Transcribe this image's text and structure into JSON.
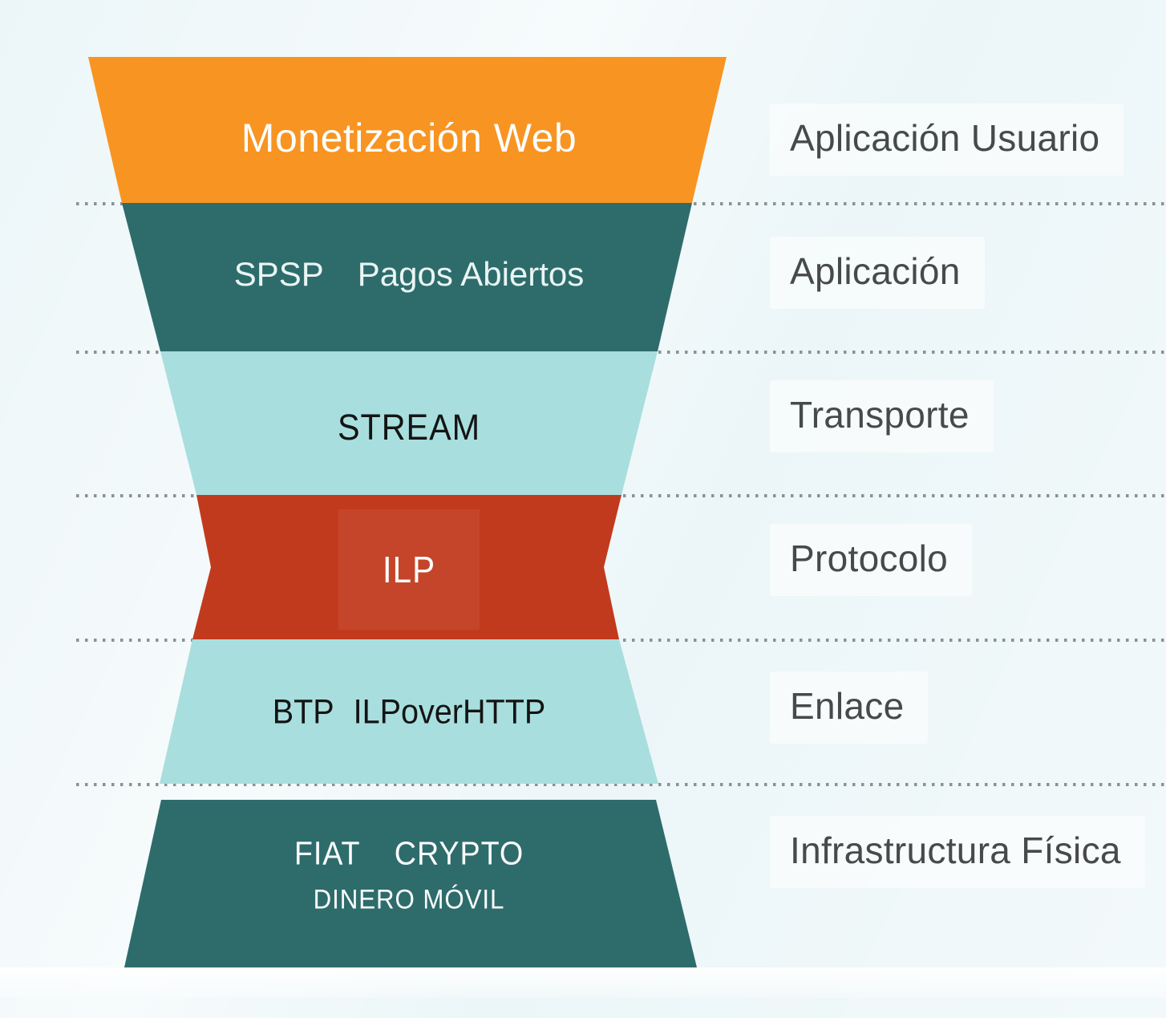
{
  "colors": {
    "background": "#ECF6F8",
    "orange": "#F89421",
    "dark_teal": "#2E6C6C",
    "light_cyan": "#A9DEDE",
    "red": "#C23A1D",
    "separator_dots": "#8B9194",
    "label_text": "#47494B"
  },
  "funnel": {
    "layers": [
      {
        "name": "monetizacion-web",
        "color": "#F89421",
        "parts": [
          "Monetización Web"
        ],
        "right_label": "Aplicación Usuario"
      },
      {
        "name": "spsp-pagos-abiertos",
        "color": "#2E6C6C",
        "parts": [
          "SPSP",
          "Pagos Abiertos"
        ],
        "right_label": "Aplicación"
      },
      {
        "name": "stream",
        "color": "#A9DEDE",
        "parts": [
          "STREAM"
        ],
        "right_label": "Transporte"
      },
      {
        "name": "ilp",
        "color": "#C23A1D",
        "parts": [
          "ILP"
        ],
        "right_label": "Protocolo"
      },
      {
        "name": "btp-ilp-over-http",
        "color": "#A9DEDE",
        "parts": [
          "BTP",
          "ILPoverHTTP"
        ],
        "right_label": "Enlace"
      },
      {
        "name": "fiat-crypto-dinero-movil",
        "color": "#2E6C6C",
        "parts": [
          "FIAT",
          "CRYPTO"
        ],
        "line2": "DINERO MÓVIL",
        "right_label": "Infrastructura Física"
      }
    ]
  }
}
